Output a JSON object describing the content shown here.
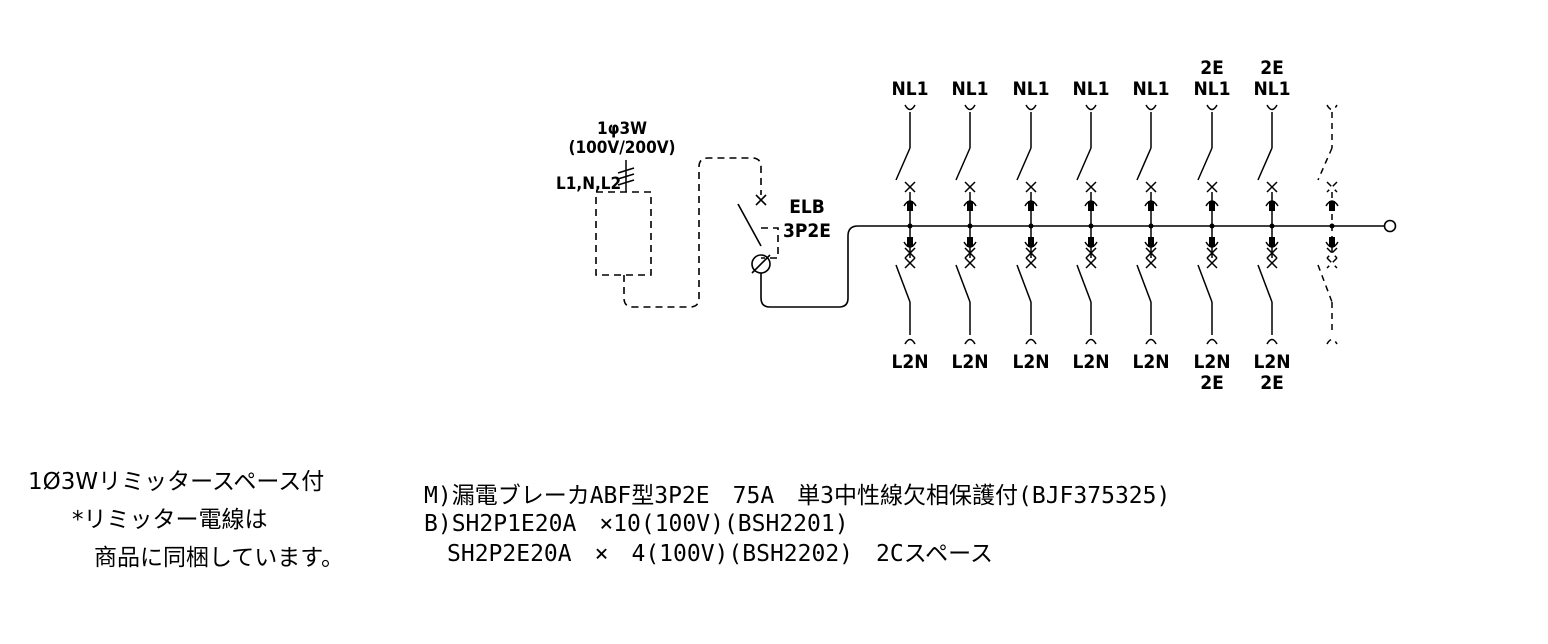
{
  "supply": {
    "phase": "1φ3W",
    "voltage": "(100V/200V)",
    "lines": "L1,N,L2"
  },
  "elb": {
    "name": "ELB",
    "poles": "3P2E"
  },
  "branches": [
    {
      "top": [
        "NL1"
      ],
      "bottom": [
        "L2N"
      ],
      "spare": false
    },
    {
      "top": [
        "NL1"
      ],
      "bottom": [
        "L2N"
      ],
      "spare": false
    },
    {
      "top": [
        "NL1"
      ],
      "bottom": [
        "L2N"
      ],
      "spare": false
    },
    {
      "top": [
        "NL1"
      ],
      "bottom": [
        "L2N"
      ],
      "spare": false
    },
    {
      "top": [
        "NL1"
      ],
      "bottom": [
        "L2N"
      ],
      "spare": false
    },
    {
      "top": [
        "2E",
        "NL1"
      ],
      "bottom": [
        "L2N",
        "2E"
      ],
      "spare": false
    },
    {
      "top": [
        "2E",
        "NL1"
      ],
      "bottom": [
        "L2N",
        "2E"
      ],
      "spare": false
    },
    {
      "top": [],
      "bottom": [],
      "spare": true
    }
  ],
  "notes": {
    "line1": "1Ø3Wリミッタースペース付",
    "line2": "*リミッター電線は",
    "line3": "商品に同梱しています。"
  },
  "spec": {
    "line1": "M)漏電ブレーカABF型3P2E　75A　単3中性線欠相保護付(BJF375325)",
    "line2": "B)SH2P1E20A　×10(100V)(BSH2201)",
    "line3": "　SH2P2E20A　×　4(100V)(BSH2202)　2Cスペース"
  }
}
